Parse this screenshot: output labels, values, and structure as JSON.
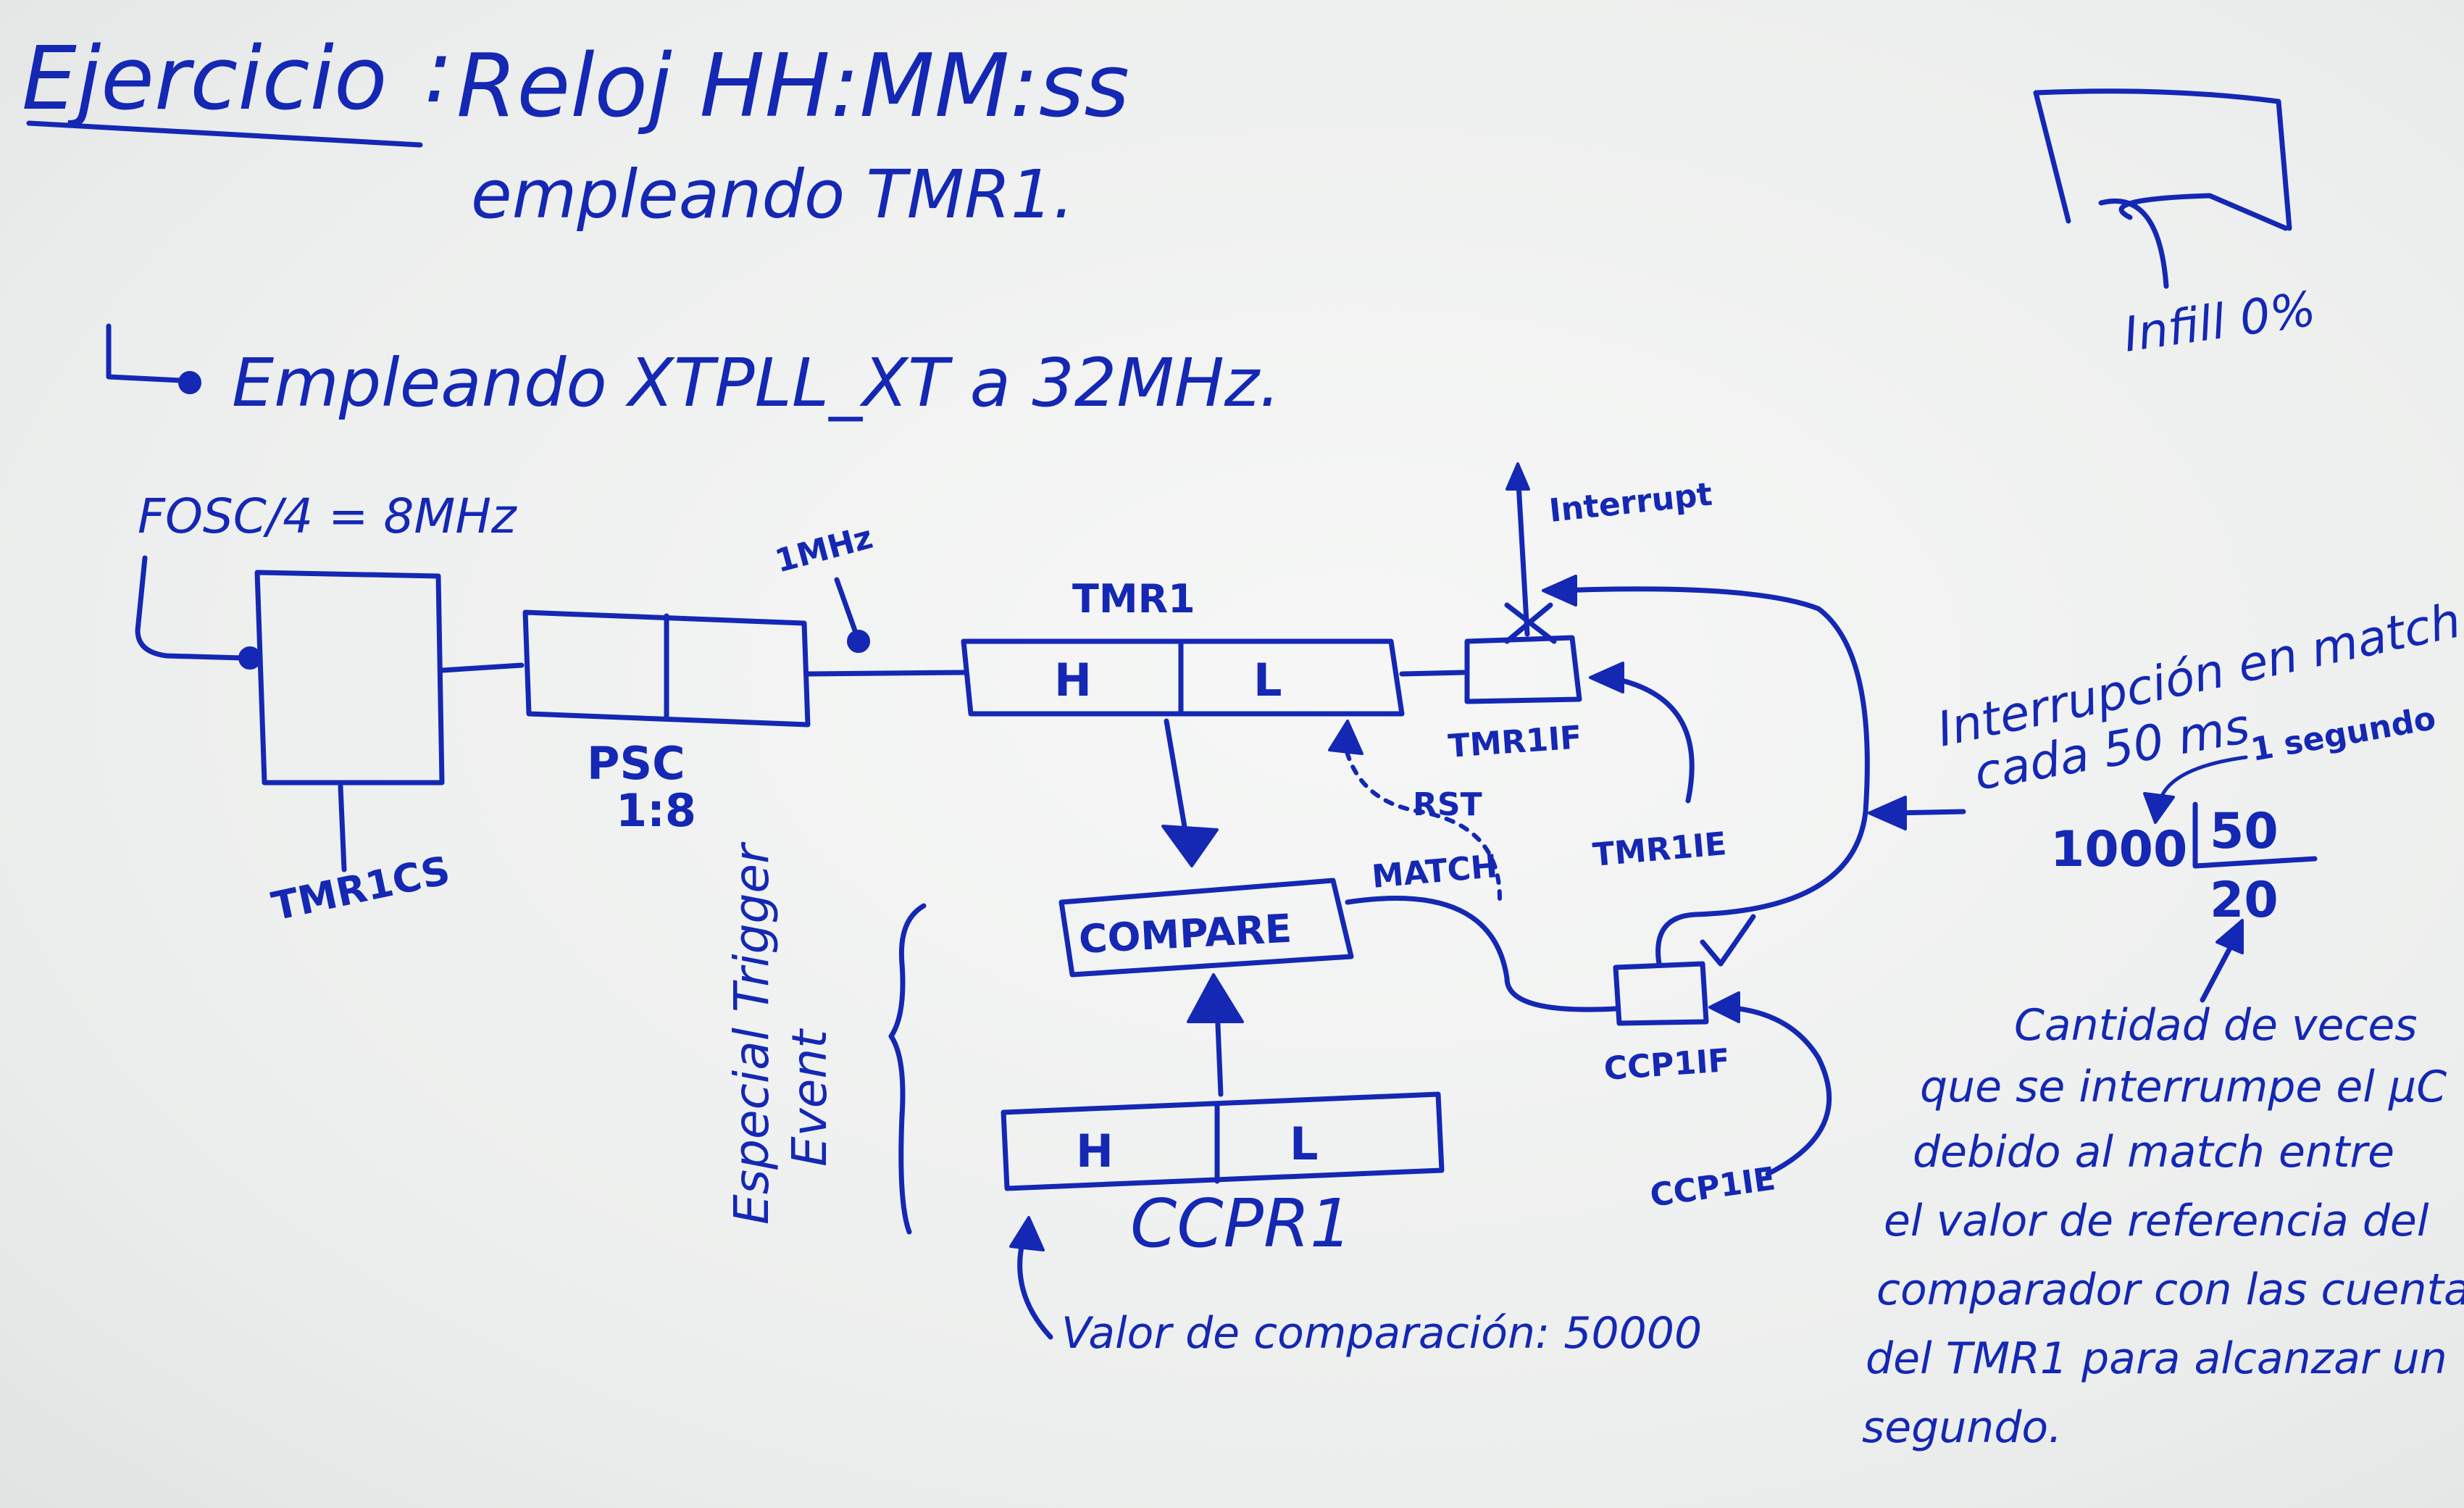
{
  "title": {
    "word": "Ejercicio",
    "colon": ":",
    "clock": "Reloj HH:MM:ss",
    "subtitle": "empleando TMR1."
  },
  "config_line": "Empleando XTPLL_XT a 32MHz.",
  "infill": "Infill 0%",
  "blocks": {
    "fosc": "FOSC/4 = 8MHz",
    "tmr1cs": "TMR1CS",
    "psc": "PSC",
    "psc_ratio": "1:8",
    "freq": "1MHz",
    "tmr1": "TMR1",
    "tmr1_h": "H",
    "tmr1_l": "L",
    "compare": "COMPARE",
    "ccpr1": "CCPR1",
    "ccpr1_h": "H",
    "ccpr1_l": "L",
    "rst": "RST",
    "match": "MATCH",
    "interrupt": "Interrupt",
    "tmr1if": "TMR1IF",
    "tmr1ie": "TMR1IE",
    "ccp1if": "CCP1IF",
    "ccp1ie": "CCP1IE",
    "special_trigger_1": "Especial Trigger",
    "special_trigger_2": "Event"
  },
  "compare_value": "Valor de comparación: 50000",
  "right_notes": {
    "interrupt_line_1": "Interrupción en match",
    "interrupt_line_2": "cada 50 ms",
    "one_second": "1 segundo",
    "dividend": "1000",
    "divisor": "50",
    "quotient": "20",
    "explanation": [
      "Cantidad de veces",
      "que se interrumpe el µC",
      "debido al match entre",
      "el valor de referencia del",
      "comparador con las cuentas",
      "del TMR1 para alcanzar un",
      "segundo."
    ]
  }
}
